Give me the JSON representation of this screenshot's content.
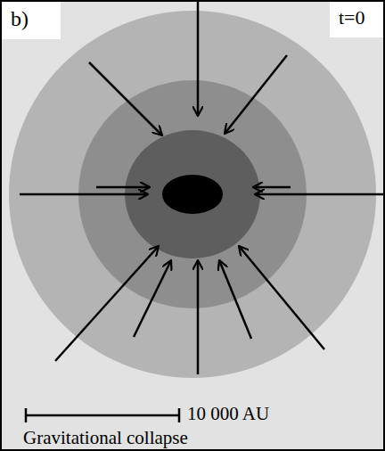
{
  "diagram": {
    "labels": [
      "b)",
      "t=0",
      "10 000 AU",
      "Gravitational collapse"
    ]
  }
}
